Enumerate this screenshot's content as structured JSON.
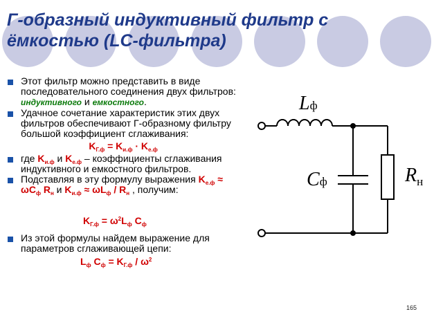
{
  "title": "Г-образный индуктивный фильтр с ёмкостью (LC-фильтра)",
  "b1": {
    "text": "Этот фильтр можно представить в виде последовательного соединения двух фильтров: ",
    "w1": "индуктивного",
    "and": " и ",
    "w2": "емкостного",
    "end": "."
  },
  "b2": {
    "text": "Удачное сочетание характеристик этих двух фильтров обеспечивают Г-образному фильтру большой коэффициент сглаживания:"
  },
  "f1": {
    "k": "K",
    "kg": "Г.ф",
    "eq": " = ",
    "k2": "K",
    "ki": "и.ф",
    "dot": " · ",
    "k3": "K",
    "ke": "е.ф"
  },
  "b3": {
    "where": "где ",
    "k1": "K",
    "s1": "и.ф",
    "and": " и ",
    "k2": "K",
    "s2": "е.ф",
    "rest": " – коэффициенты сглаживания индуктивного и емкостного фильтров."
  },
  "b4": {
    "text": "Подставляя в эту формулу выражения ",
    "a": "K",
    "as": "е.ф",
    "b": " ≈ ωC",
    "bs": "ф",
    "c": " R",
    "cs": "н",
    "and": " и ",
    "d": "K",
    "ds": "и.ф",
    "e": " ≈ ωL",
    "es": "ф",
    "f": " / R",
    "fs": "н",
    "end": " , получим:"
  },
  "f2": {
    "k": "K",
    "ks": "Г.ф",
    "eq": " = ω",
    "sq": "2",
    "l": "L",
    "ls": "ф",
    "c": " C",
    "cs": "ф"
  },
  "b5": {
    "text": "Из этой формулы найдем выражение для параметров сглаживающей цепи:"
  },
  "f3": {
    "l": "L",
    "ls": "ф",
    "c": " C",
    "cs": "ф",
    "eq": " = K",
    "ks": "Г.ф",
    "div": " / ω",
    "sq": "2"
  },
  "circuit": {
    "L": "L",
    "Ls": "ф",
    "C": "C",
    "Cs": "ф",
    "R": "R",
    "Rs": "н"
  },
  "page_number": "165",
  "colors": {
    "title": "#1f3a8a",
    "accent": "#d00000",
    "emphasis": "#0b7a0b",
    "bullet": "#1a52a8",
    "decor_circle": "#c9cbe3"
  }
}
